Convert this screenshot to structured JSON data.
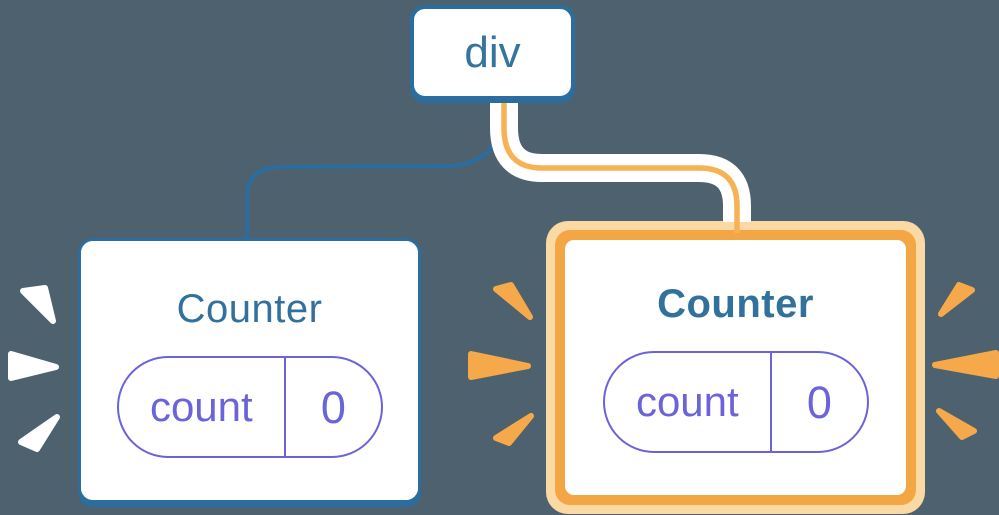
{
  "diagram": {
    "description": "React render tree: a div root element with two Counter component children; the right Counter is highlighted (freshly rendered) in orange, with burst sparks around both counters.",
    "background": "#4D626E"
  },
  "palette": {
    "blue_stroke": "#2B6D9E",
    "blue_text": "#35749E",
    "title_blue": "#31719B",
    "purple": "#6B63DA",
    "orange": "#F3A644",
    "orange_light": "#FBD9A4",
    "orange_pipe_line": "#F6B254",
    "spark_orange": "#F5A94A",
    "spark_white": "#FFFFFF",
    "card_bg": "#FFFFFF"
  },
  "nodes": {
    "root": {
      "label": "div"
    },
    "left": {
      "title": "Counter",
      "state": {
        "key": "count",
        "value": "0"
      },
      "highlighted": false
    },
    "right": {
      "title": "Counter",
      "state": {
        "key": "count",
        "value": "0"
      },
      "highlighted": true
    }
  },
  "decorations": {
    "left_sparks": "white-burst-icon",
    "middle_sparks": "orange-burst-icon",
    "right_sparks": "orange-burst-icon"
  }
}
